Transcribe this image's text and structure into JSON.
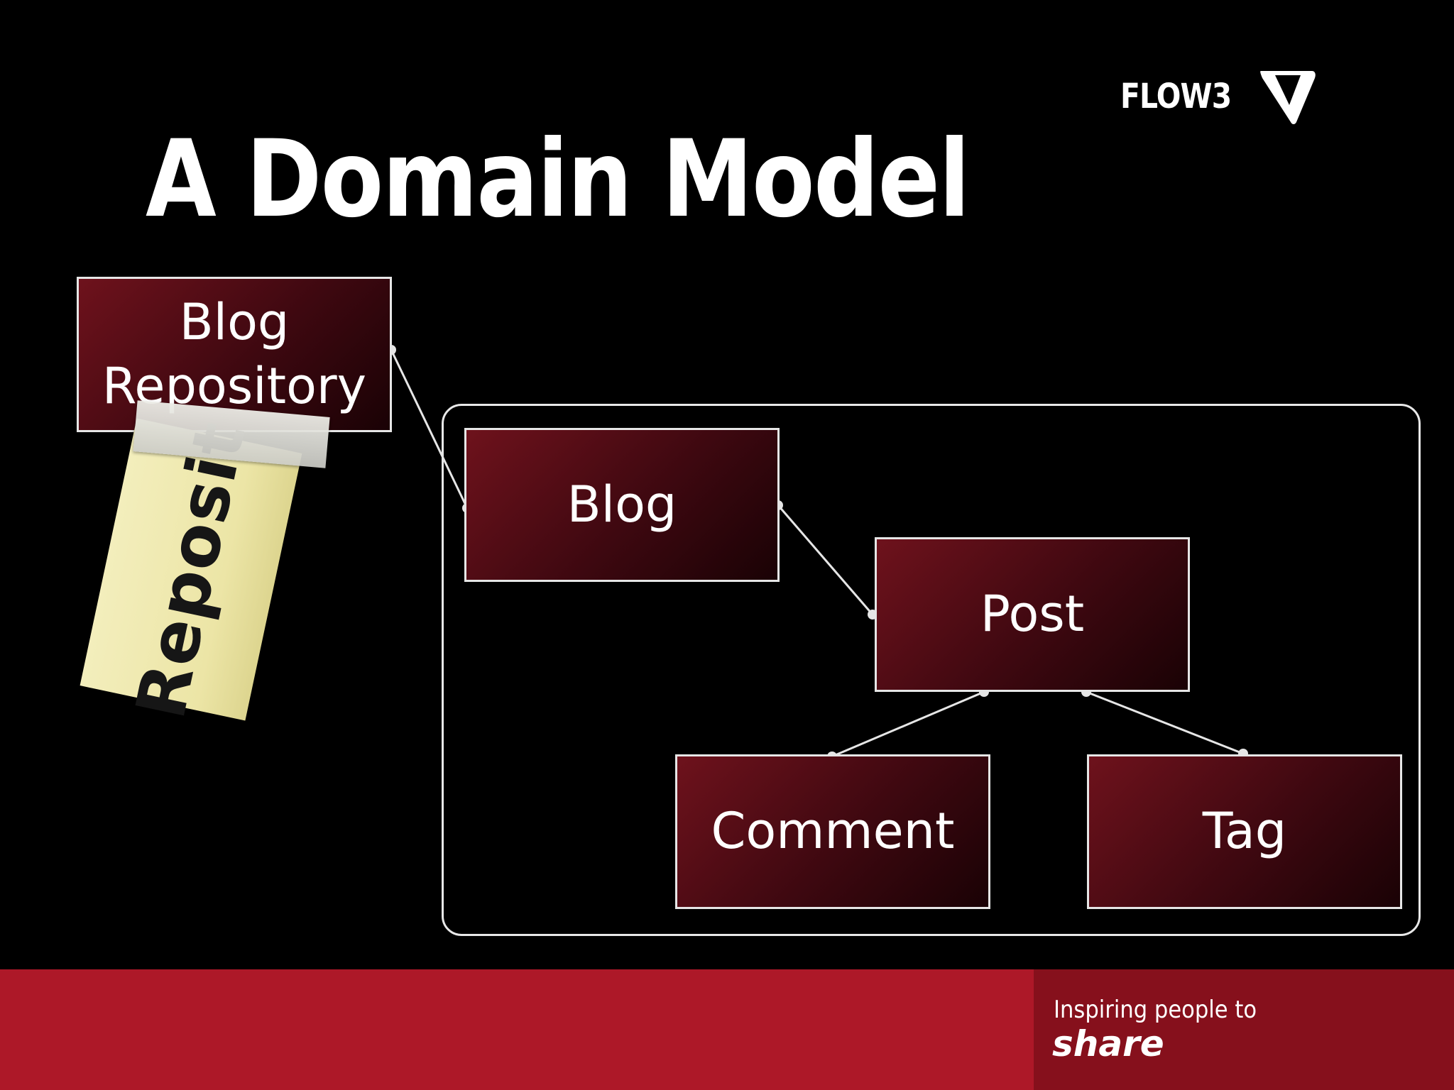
{
  "slide": {
    "title": "A Domain Model",
    "logo_text": "FLOW3",
    "background_color": "#000000",
    "accent_color": "#ad1828"
  },
  "diagram": {
    "nodes": {
      "blog_repository": {
        "line1": "Blog",
        "line2": "Repository"
      },
      "blog": {
        "label": "Blog"
      },
      "post": {
        "label": "Post"
      },
      "comment": {
        "label": "Comment"
      },
      "tag": {
        "label": "Tag"
      }
    },
    "edges": [
      {
        "from": "Blog Repository",
        "to": "Blog"
      },
      {
        "from": "Blog",
        "to": "Post"
      },
      {
        "from": "Post",
        "to": "Comment"
      },
      {
        "from": "Post",
        "to": "Tag"
      }
    ],
    "aggregate_boundary": "rounded frame around Blog, Post, Comment, Tag",
    "node_color": "#5a0d16"
  },
  "sticky_note": {
    "text": "Reposit"
  },
  "footer": {
    "tagline": "Inspiring people to",
    "tagline_emphasis": "share"
  }
}
